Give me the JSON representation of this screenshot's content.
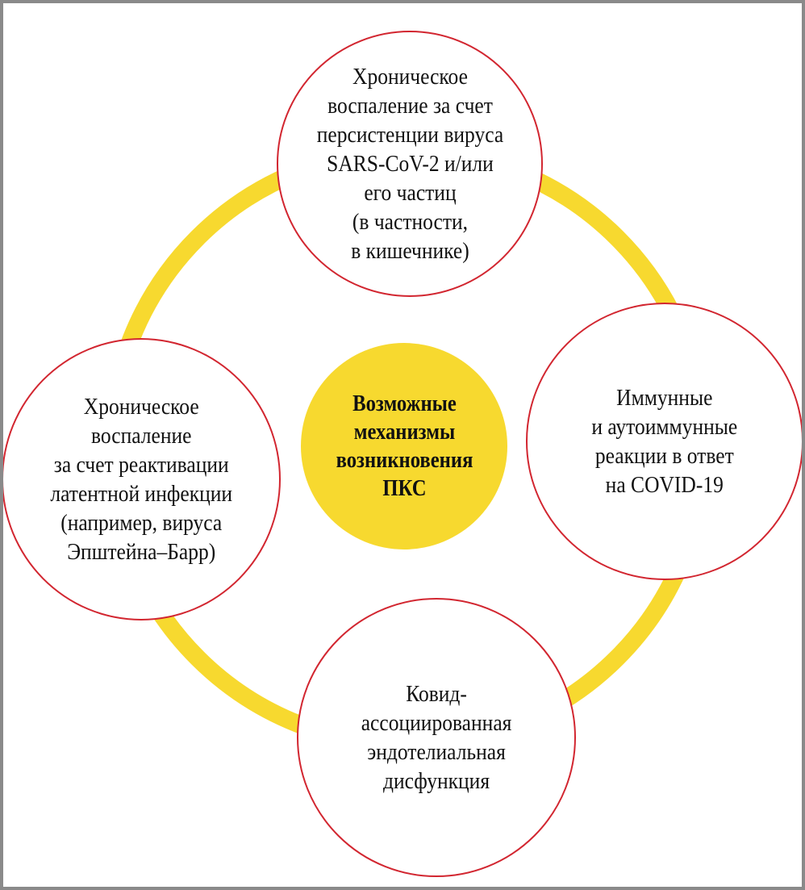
{
  "colors": {
    "ring": "#f7d92f",
    "circle_stroke": "#d22630",
    "center_fill": "#f7d92f",
    "frame": "#8a8a8a"
  },
  "center": {
    "text": "Возможные\nмеханизмы\nвозникновения\nПКС"
  },
  "nodes": {
    "top": "Хроническое\nвоспаление за счет\nперсистенции вируса\nSARS-CoV-2 и/или\nего частиц\n(в частности,\nв кишечнике)",
    "right": "Иммунные\nи аутоиммунные\nреакции в ответ\nна COVID-19",
    "bottom": "Ковид-\nассоциированная\nэндотелиальная\nдисфункция",
    "left": "Хроническое\nвоспаление\nза счет реактивации\nлатентной инфекции\n(например, вируса\nЭпштейна–Барр)"
  }
}
